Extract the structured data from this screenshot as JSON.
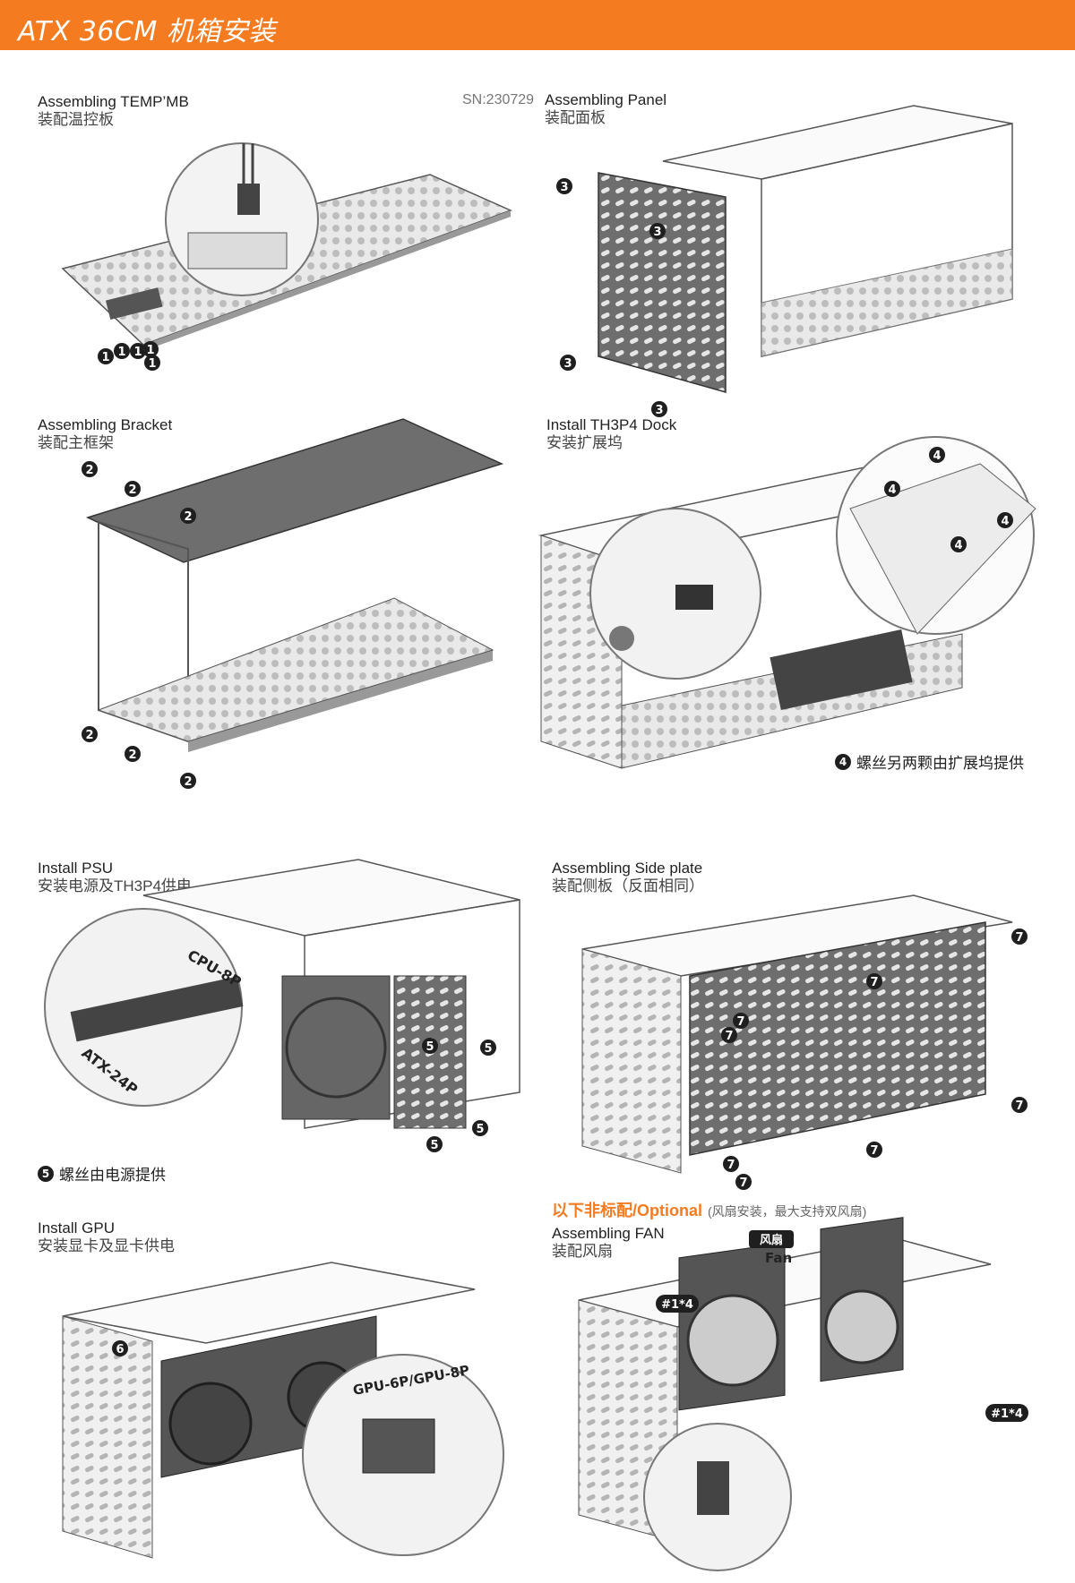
{
  "banner": {
    "title": "ATX 36CM 机箱安装"
  },
  "serial": "SN:230729",
  "sections": {
    "temp_mb": {
      "en": "Assembling TEMP’MB",
      "zh": "装配温控板"
    },
    "panel": {
      "en": "Assembling Panel",
      "zh": "装配面板"
    },
    "bracket": {
      "en": "Assembling Bracket",
      "zh": "装配主框架"
    },
    "dock": {
      "en": "Install TH3P4 Dock",
      "zh": "安装扩展坞"
    },
    "psu": {
      "en": "Install PSU",
      "zh": "安装电源及TH3P4供电"
    },
    "side_plate": {
      "en": "Assembling Side plate",
      "zh": "装配侧板（反面相同）"
    },
    "gpu": {
      "en": "Install GPU",
      "zh": "安装显卡及显卡供电"
    },
    "fan": {
      "en": "Assembling FAN",
      "zh": "装配风扇"
    }
  },
  "notes": {
    "dock_screw": {
      "badge": "4",
      "text": "螺丝另两颗由扩展坞提供"
    },
    "psu_screw": {
      "badge": "5",
      "text": "螺丝由电源提供"
    }
  },
  "optional": {
    "label": "以下非标配/Optional",
    "note": "(风扇安装，最大支持双风扇)"
  },
  "callouts": {
    "cpu8p": "CPU-8P",
    "atx24p": "ATX-24P",
    "gpu_power": "GPU-6P/GPU-8P",
    "fan_zh": "风扇",
    "fan_en": "Fan",
    "fan_qty": "#1*4"
  },
  "colors": {
    "accent": "#f47b20",
    "ink": "#1f1f1f",
    "panel": "#6e6e6e",
    "frame": "#efefef"
  }
}
